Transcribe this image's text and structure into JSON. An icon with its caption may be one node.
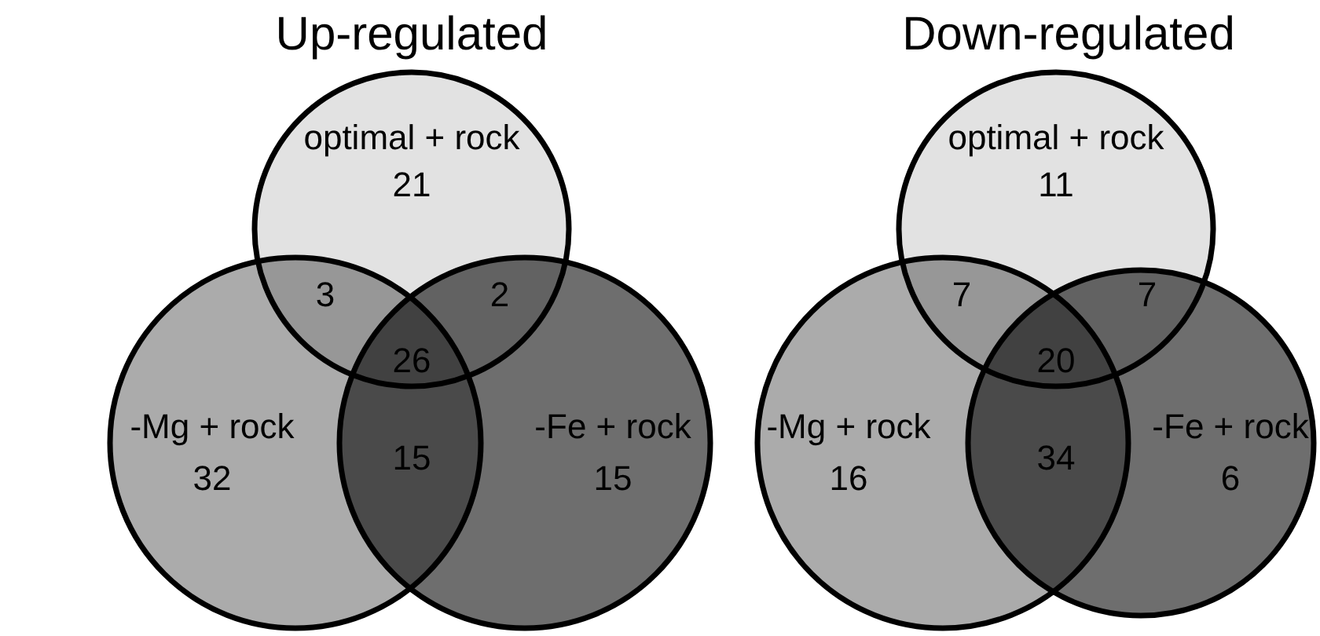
{
  "diagram": {
    "nodes": [
      {
        "text": [
          "optimal + rock",
          "21"
        ]
      },
      {
        "text": [
          "-Mg + rock",
          "32"
        ]
      },
      {
        "text": [
          "-Fe + rock",
          "15"
        ]
      },
      {
        "text": [
          "optimal + rock",
          "11"
        ]
      },
      {
        "text": [
          "-Mg + rock",
          "16"
        ]
      },
      {
        "text": [
          "-Fe + rock",
          "6"
        ]
      }
    ],
    "labels": [
      "Up-regulated",
      "Down-regulated",
      "3",
      "2",
      "26",
      "15",
      "7",
      "7",
      "20",
      "34"
    ]
  }
}
